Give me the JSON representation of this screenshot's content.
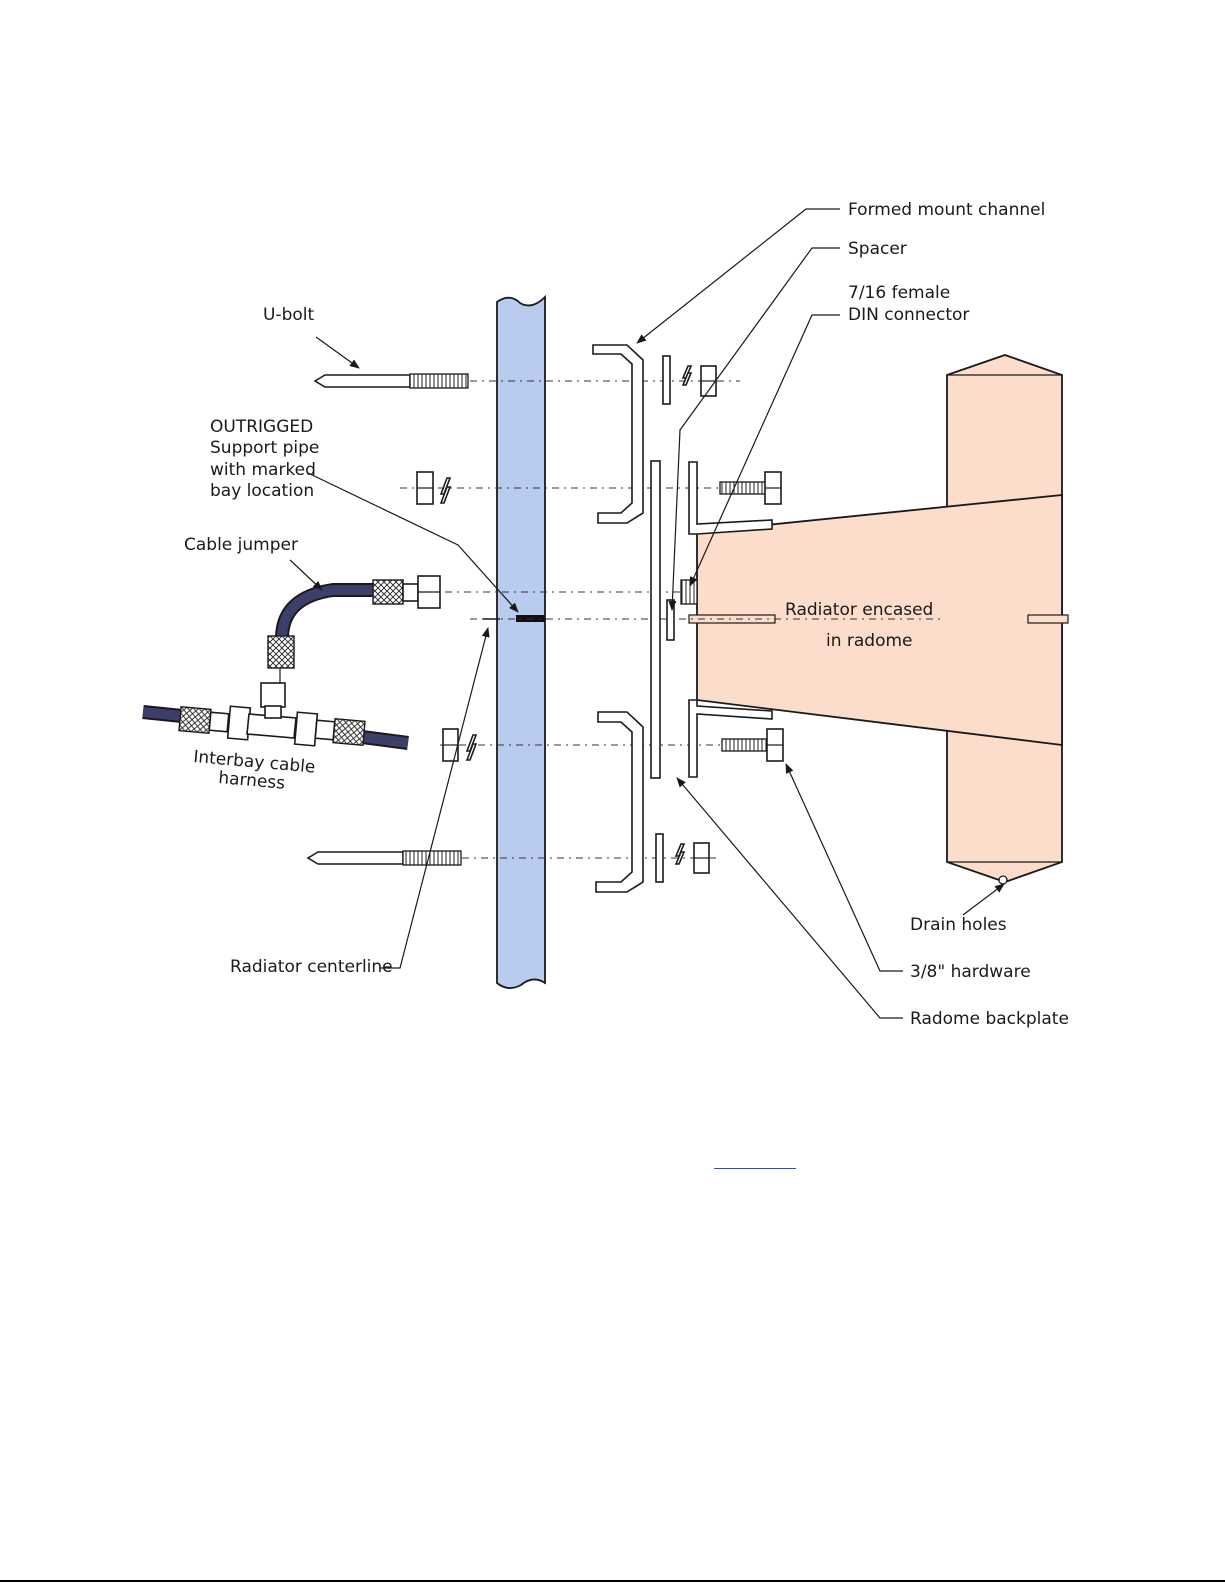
{
  "diagram": {
    "labels": {
      "formed_mount_channel": "Formed mount channel",
      "spacer": "Spacer",
      "din_line1": "7/16 female",
      "din_line2": "DIN connector",
      "u_bolt": "U-bolt",
      "support_line1": "OUTRIGGED",
      "support_line2": "Support pipe",
      "support_line3": "with marked",
      "support_line4": "bay location",
      "cable_jumper": "Cable jumper",
      "radiator_line1": "Radiator encased",
      "radiator_line2": "in radome",
      "harness_line1": "Interbay cable",
      "harness_line2": "harness",
      "drain_holes": "Drain holes",
      "hardware": "3/8\" hardware",
      "radiator_centerline": "Radiator centerline",
      "radome_backplate": "Radome backplate"
    },
    "colors": {
      "support_pipe": "#b9cbee",
      "radome": "#fcdcca",
      "cable": "#3d3f6b",
      "outline": "#1a1a1a"
    }
  },
  "footer": {
    "link_underline_color": "#1f4fd6"
  }
}
